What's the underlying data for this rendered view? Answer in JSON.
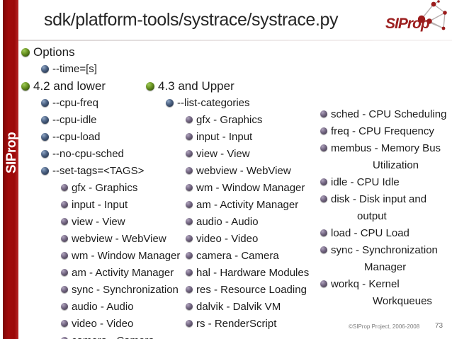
{
  "slide": {
    "title": "sdk/platform-tools/systrace/systrace.py",
    "brand": "SIProp",
    "sidebar_label": "SIProp",
    "accent_color": "#a00a0a",
    "logo_word": "SIProp"
  },
  "footer": {
    "copyright": "©SIProp Project, 2006-2008",
    "page_number": "73"
  },
  "left_column": {
    "options_heading": "Options",
    "options_items": [
      "--time=[s]"
    ],
    "version_heading": "4.2 and lower",
    "flags": [
      "--cpu-freq",
      "--cpu-idle",
      "--cpu-load",
      "--no-cpu-sched",
      "--set-tags=<TAGS>"
    ],
    "tags": [
      "gfx - Graphics",
      "input - Input",
      "view - View",
      "webview - WebView",
      "wm - Window Manager",
      "am - Activity Manager",
      "sync - Synchronization",
      "audio - Audio",
      "video - Video",
      "camera - Camera"
    ]
  },
  "middle_column": {
    "version_heading": "4.3 and Upper",
    "flag": "--list-categories",
    "categories": [
      "gfx - Graphics",
      "input - Input",
      "view - View",
      "webview - WebView",
      "wm - Window Manager",
      "am - Activity Manager",
      "audio - Audio",
      "video - Video",
      "camera - Camera",
      "hal - Hardware Modules",
      "res - Resource Loading",
      "dalvik - Dalvik VM",
      "rs - RenderScript"
    ]
  },
  "right_column": {
    "categories": [
      {
        "line1": "sched - CPU Scheduling",
        "line2": ""
      },
      {
        "line1": "freq - CPU Frequency",
        "line2": ""
      },
      {
        "line1": "membus - Memory Bus",
        "line2": "Utilization"
      },
      {
        "line1": "idle - CPU Idle",
        "line2": ""
      },
      {
        "line1": "disk - Disk input and",
        "line2": "output"
      },
      {
        "line1": "load - CPU Load",
        "line2": ""
      },
      {
        "line1": "sync - Synchronization",
        "line2": "Manager"
      },
      {
        "line1": "workq - Kernel",
        "line2": "Workqueues"
      }
    ]
  }
}
